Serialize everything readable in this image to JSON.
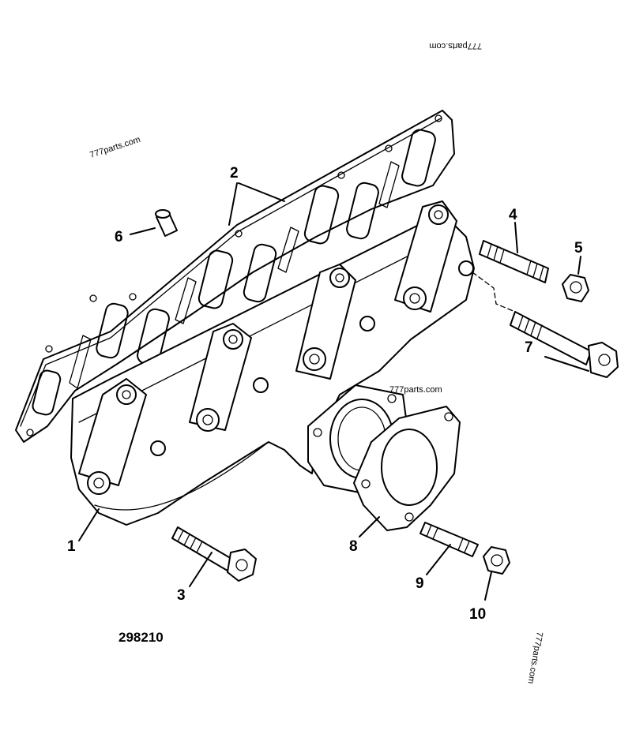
{
  "drawing_number": "298210",
  "watermarks": [
    "777parts.com",
    "777parts.com",
    "777parts.com",
    "777parts.com"
  ],
  "callouts": [
    {
      "label": "1",
      "part": "exhaust-manifold"
    },
    {
      "label": "2",
      "part": "manifold-gasket"
    },
    {
      "label": "3",
      "part": "bolt"
    },
    {
      "label": "4",
      "part": "stud"
    },
    {
      "label": "5",
      "part": "nut"
    },
    {
      "label": "6",
      "part": "spacer"
    },
    {
      "label": "7",
      "part": "bolt"
    },
    {
      "label": "8",
      "part": "outlet-gasket"
    },
    {
      "label": "9",
      "part": "stud"
    },
    {
      "label": "10",
      "part": "nut"
    }
  ]
}
